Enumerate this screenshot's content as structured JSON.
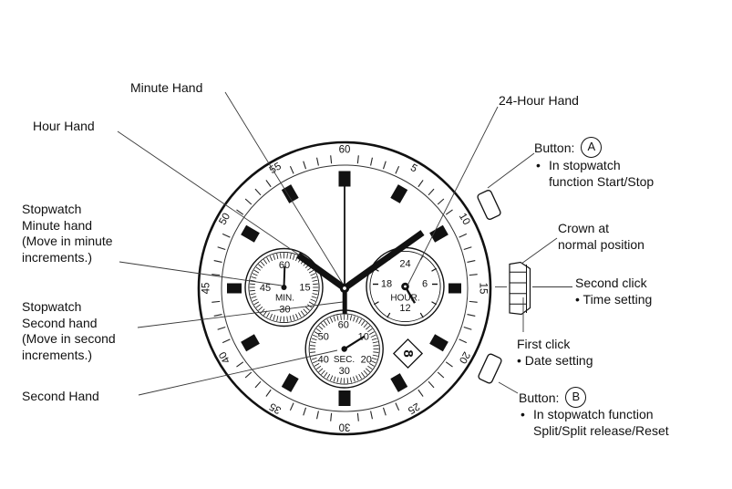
{
  "labels": {
    "minute_hand": "Minute Hand",
    "hour_hand": "Hour Hand",
    "stopwatch_minute": "Stopwatch\nMinute hand\n(Move in minute\nincrements.)",
    "stopwatch_second": "Stopwatch\nSecond hand\n(Move in second\nincrements.)",
    "second_hand": "Second Hand",
    "hand_24": "24-Hour Hand",
    "button_a": {
      "prefix": "Button:",
      "letter": "A",
      "bullet": "•",
      "desc": "In stopwatch\nfunction Start/Stop"
    },
    "crown": "Crown at\nnormal position",
    "second_click": "Second click\n• Time setting",
    "first_click": "First click\n• Date setting",
    "button_b": {
      "prefix": "Button:",
      "letter": "B",
      "bullet": "•",
      "desc": "In stopwatch function\nSplit/Split release/Reset"
    }
  },
  "watch": {
    "bezel_numbers": [
      "60",
      "5",
      "10",
      "15",
      "20",
      "25",
      "30",
      "35",
      "40",
      "45",
      "50",
      "55"
    ],
    "date": "8",
    "subdials": {
      "minute_counter": {
        "label": "MIN.",
        "numbers": [
          "60",
          "15",
          "30",
          "45"
        ]
      },
      "hour_24": {
        "label": "HOUR.",
        "numbers": [
          "24",
          "6",
          "12",
          "18"
        ]
      },
      "second": {
        "label": "SEC.",
        "numbers": [
          "60",
          "10",
          "20",
          "30",
          "40",
          "50"
        ]
      }
    }
  },
  "colors": {
    "ink": "#111111",
    "leader": "#3a3a3a",
    "bg": "#ffffff"
  }
}
